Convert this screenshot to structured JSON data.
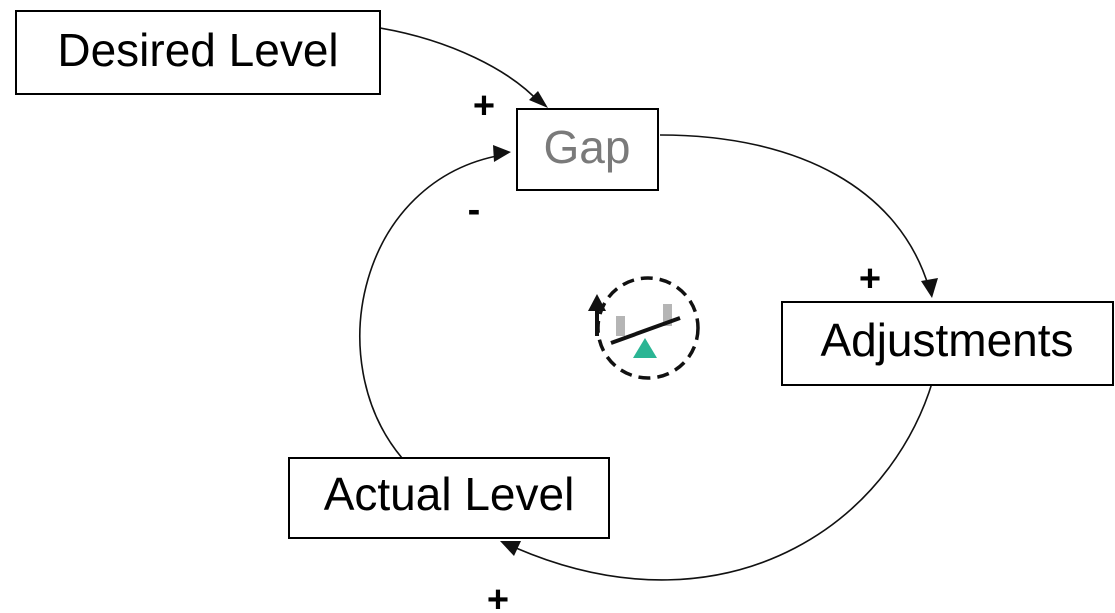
{
  "nodes": {
    "desired_level": "Desired Level",
    "gap": "Gap",
    "adjustments": "Adjustments",
    "actual_level": "Actual Level"
  },
  "polarities": {
    "desired_to_gap": "+",
    "actual_to_gap": "-",
    "gap_to_adjustments": "+",
    "adjustments_to_actual": "+"
  },
  "loop_indicator": {
    "type": "balancing",
    "icon": "balance-scale-icon"
  },
  "colors": {
    "loop_triangle": "#2bb594",
    "gap_label": "#7a7a7a"
  }
}
